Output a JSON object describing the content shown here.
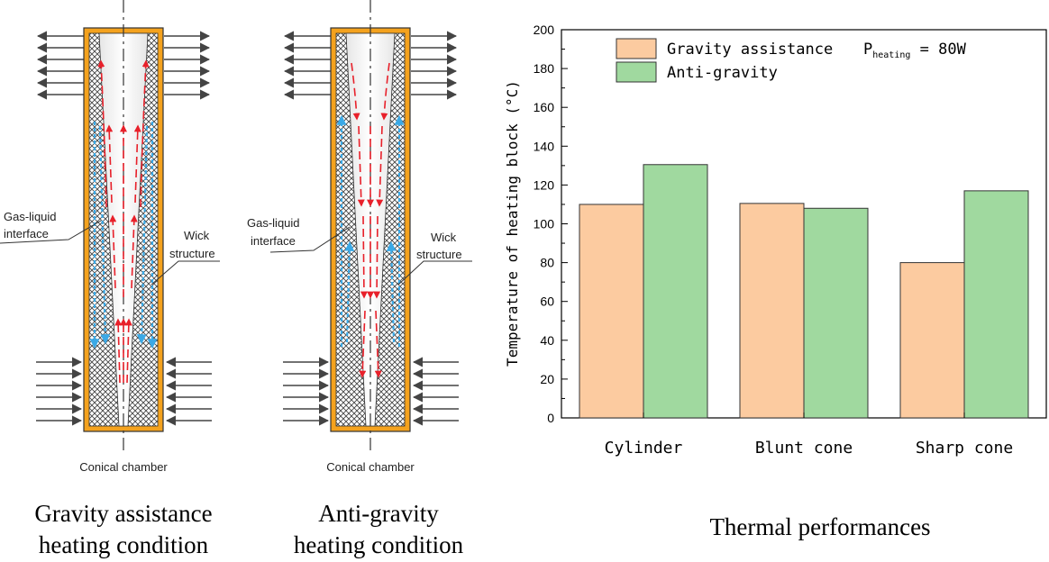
{
  "panels": [
    {
      "chamber_label": "Conical chamber",
      "gas_liquid_label": [
        "Gas-liquid",
        "interface"
      ],
      "wick_label": [
        "Wick",
        "structure"
      ],
      "caption_lines": [
        "Gravity assistance",
        "heating condition"
      ]
    },
    {
      "chamber_label": "Conical chamber",
      "gas_liquid_label": [
        "Gas-liquid",
        "interface"
      ],
      "wick_label": [
        "Wick",
        "structure"
      ],
      "caption_lines": [
        "Anti-gravity",
        "heating condition"
      ]
    }
  ],
  "colors": {
    "casing": "#f4a21e",
    "vapor_arrow": "#e8202a",
    "liquid_arrow": "#3ba9e6",
    "gravity_bar": "#fccba0",
    "anti_bar": "#a0d99f"
  },
  "chart_data": {
    "type": "bar",
    "title": "Thermal performances",
    "ylabel": "Temperature of heating block (°C)",
    "xlabel": "",
    "ylim": [
      0,
      200
    ],
    "yticks": [
      "0",
      "20",
      "40",
      "60",
      "80",
      "100",
      "120",
      "140",
      "160",
      "180",
      "200"
    ],
    "categories": [
      "Cylinder",
      "Blunt cone",
      "Sharp cone"
    ],
    "series": [
      {
        "name": "Gravity assistance",
        "values": [
          110,
          110.5,
          80
        ]
      },
      {
        "name": "Anti-gravity",
        "values": [
          130.5,
          108,
          117
        ]
      }
    ],
    "legend_position": "top-left",
    "annotation": {
      "symbol": "P",
      "subscript": "heating",
      "value": " = 80W"
    }
  }
}
